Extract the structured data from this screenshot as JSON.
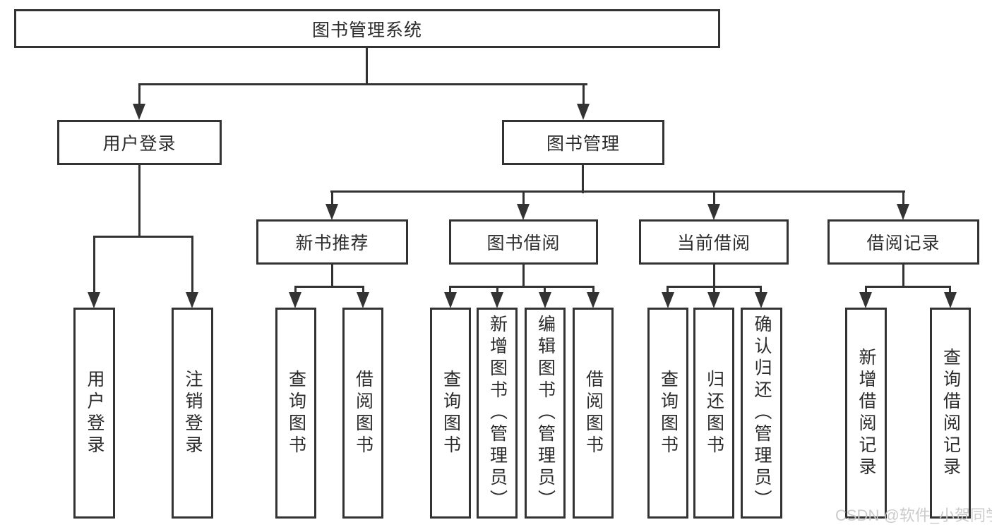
{
  "colors": {
    "line": "#333333",
    "box_border": "#333333",
    "text": "#2b2b2b",
    "watermark": "#c9c9c9",
    "background": "#ffffff"
  },
  "watermark": {
    "text": "CSDN @软件_小贺同学"
  },
  "tree": {
    "root": {
      "label": "图书管理系统"
    },
    "level2": [
      {
        "label": "用户登录",
        "children": [
          {
            "label": "用户登录"
          },
          {
            "label": "注销登录"
          }
        ]
      },
      {
        "label": "图书管理",
        "children": [
          {
            "label": "新书推荐",
            "children": [
              {
                "label": "查询图书"
              },
              {
                "label": "借阅图书"
              }
            ]
          },
          {
            "label": "图书借阅",
            "children": [
              {
                "label": "查询图书"
              },
              {
                "label": "新增图书（管理员）"
              },
              {
                "label": "编辑图书（管理员）"
              },
              {
                "label": "借阅图书"
              }
            ]
          },
          {
            "label": "当前借阅",
            "children": [
              {
                "label": "查询图书"
              },
              {
                "label": "归还图书"
              },
              {
                "label": "确认归还（管理员）"
              }
            ]
          },
          {
            "label": "借阅记录",
            "children": [
              {
                "label": "新增借阅记录"
              },
              {
                "label": "查询借阅记录"
              }
            ]
          }
        ]
      }
    ]
  }
}
